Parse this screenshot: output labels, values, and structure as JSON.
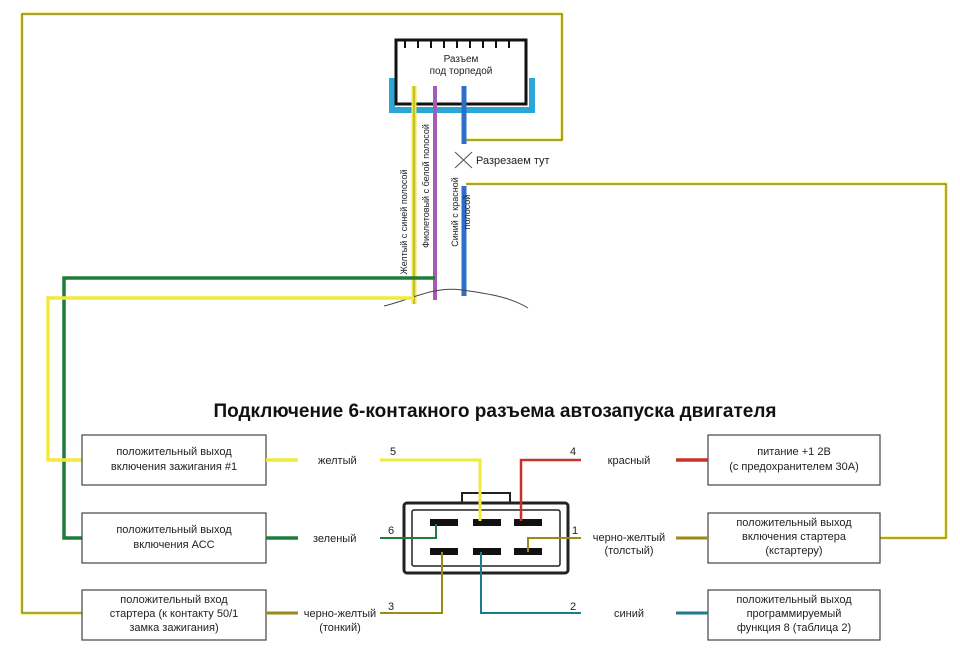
{
  "title": "Подключение 6-контакного разъема автозапуска двигателя",
  "dash_connector": {
    "label_line1": "Разъем",
    "label_line2": "под торпедой"
  },
  "dash_wires": {
    "yellow_blue": "Желтый с синей полосой",
    "violet_white": "Фиолетовый с белой полосой",
    "blue_red_line1": "Синий с красной",
    "blue_red_line2": "полосой"
  },
  "cut_here": "Разрезаем тут",
  "left_boxes": [
    {
      "line1": "положительный выход",
      "line2": "включения зажигания #1",
      "line3": ""
    },
    {
      "line1": "положительный выход",
      "line2": "включения АСС",
      "line3": ""
    },
    {
      "line1": "положительный вход",
      "line2": "стартера (к контакту 50/1",
      "line3": "замка зажигания)"
    }
  ],
  "right_boxes": [
    {
      "line1": "питание +1 2В",
      "line2": "(с предохранителем 30А)",
      "line3": ""
    },
    {
      "line1": "положительный выход",
      "line2": "включения стартера",
      "line3": "(кстартеру)"
    },
    {
      "line1": "положительный выход",
      "line2": "программируемый",
      "line3": "функция 8 (таблица 2)"
    }
  ],
  "wires": {
    "w5": {
      "pin": "5",
      "label": "желтый",
      "label2": ""
    },
    "w4": {
      "pin": "4",
      "label": "красный",
      "label2": ""
    },
    "w6": {
      "pin": "6",
      "label": "зеленый",
      "label2": ""
    },
    "w1": {
      "pin": "1",
      "label": "черно-желтый",
      "label2": "(толстый)"
    },
    "w3": {
      "pin": "3",
      "label": "черно-желтый",
      "label2": "(тонкий)"
    },
    "w2": {
      "pin": "2",
      "label": "синий",
      "label2": ""
    }
  },
  "colors": {
    "yellow": "#f2ea3a",
    "green": "#1e7d3a",
    "violet": "#a35bb5",
    "blue": "#2d6fc8",
    "red": "#c8322a",
    "teal": "#1f7a8c",
    "olive": "#9a8a1a",
    "cyan_shell": "#2aa6d8"
  }
}
